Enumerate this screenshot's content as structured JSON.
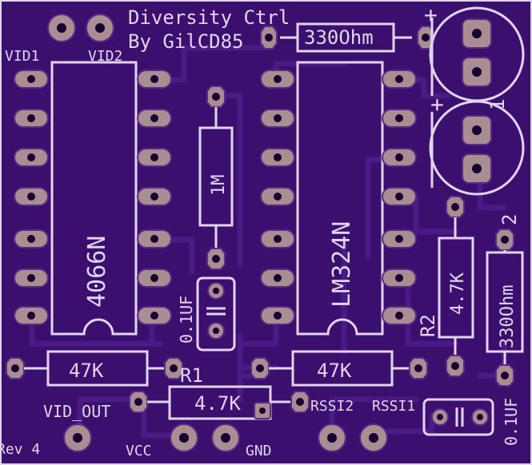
{
  "board": {
    "title_line1": "Diversity Ctrl",
    "title_line2": "By GilCD85",
    "revision": "Rev 4",
    "colors": {
      "board": "#3b0f6e",
      "silkscreen": "#e2d4f0",
      "pad": "#a88d92",
      "trace": "#4a1a85"
    }
  },
  "labels": {
    "vid1": "VID1",
    "vid2": "VID2",
    "vid_out": "VID_OUT",
    "vcc": "VCC",
    "gnd": "GND",
    "rssi2": "RSSI2",
    "rssi1": "RSSI1",
    "plus1": "+",
    "plus2": "+",
    "pin1": "1",
    "pin2": "2",
    "r1": "R1",
    "r2": "R2"
  },
  "components": {
    "ic_left": "4066N",
    "ic_right": "LM324N",
    "res_330_top": "330Ohm",
    "res_1m": "1M",
    "cap_01uf_mid": "0.1UF",
    "res_47k_left": "47K",
    "res_47k_right": "47K",
    "res_4_7k_bottom": "4.7K",
    "res_4_7k_right": "4.7K",
    "res_330_right": "330Ohm",
    "cap_01uf_bottom": "0.1UF"
  }
}
